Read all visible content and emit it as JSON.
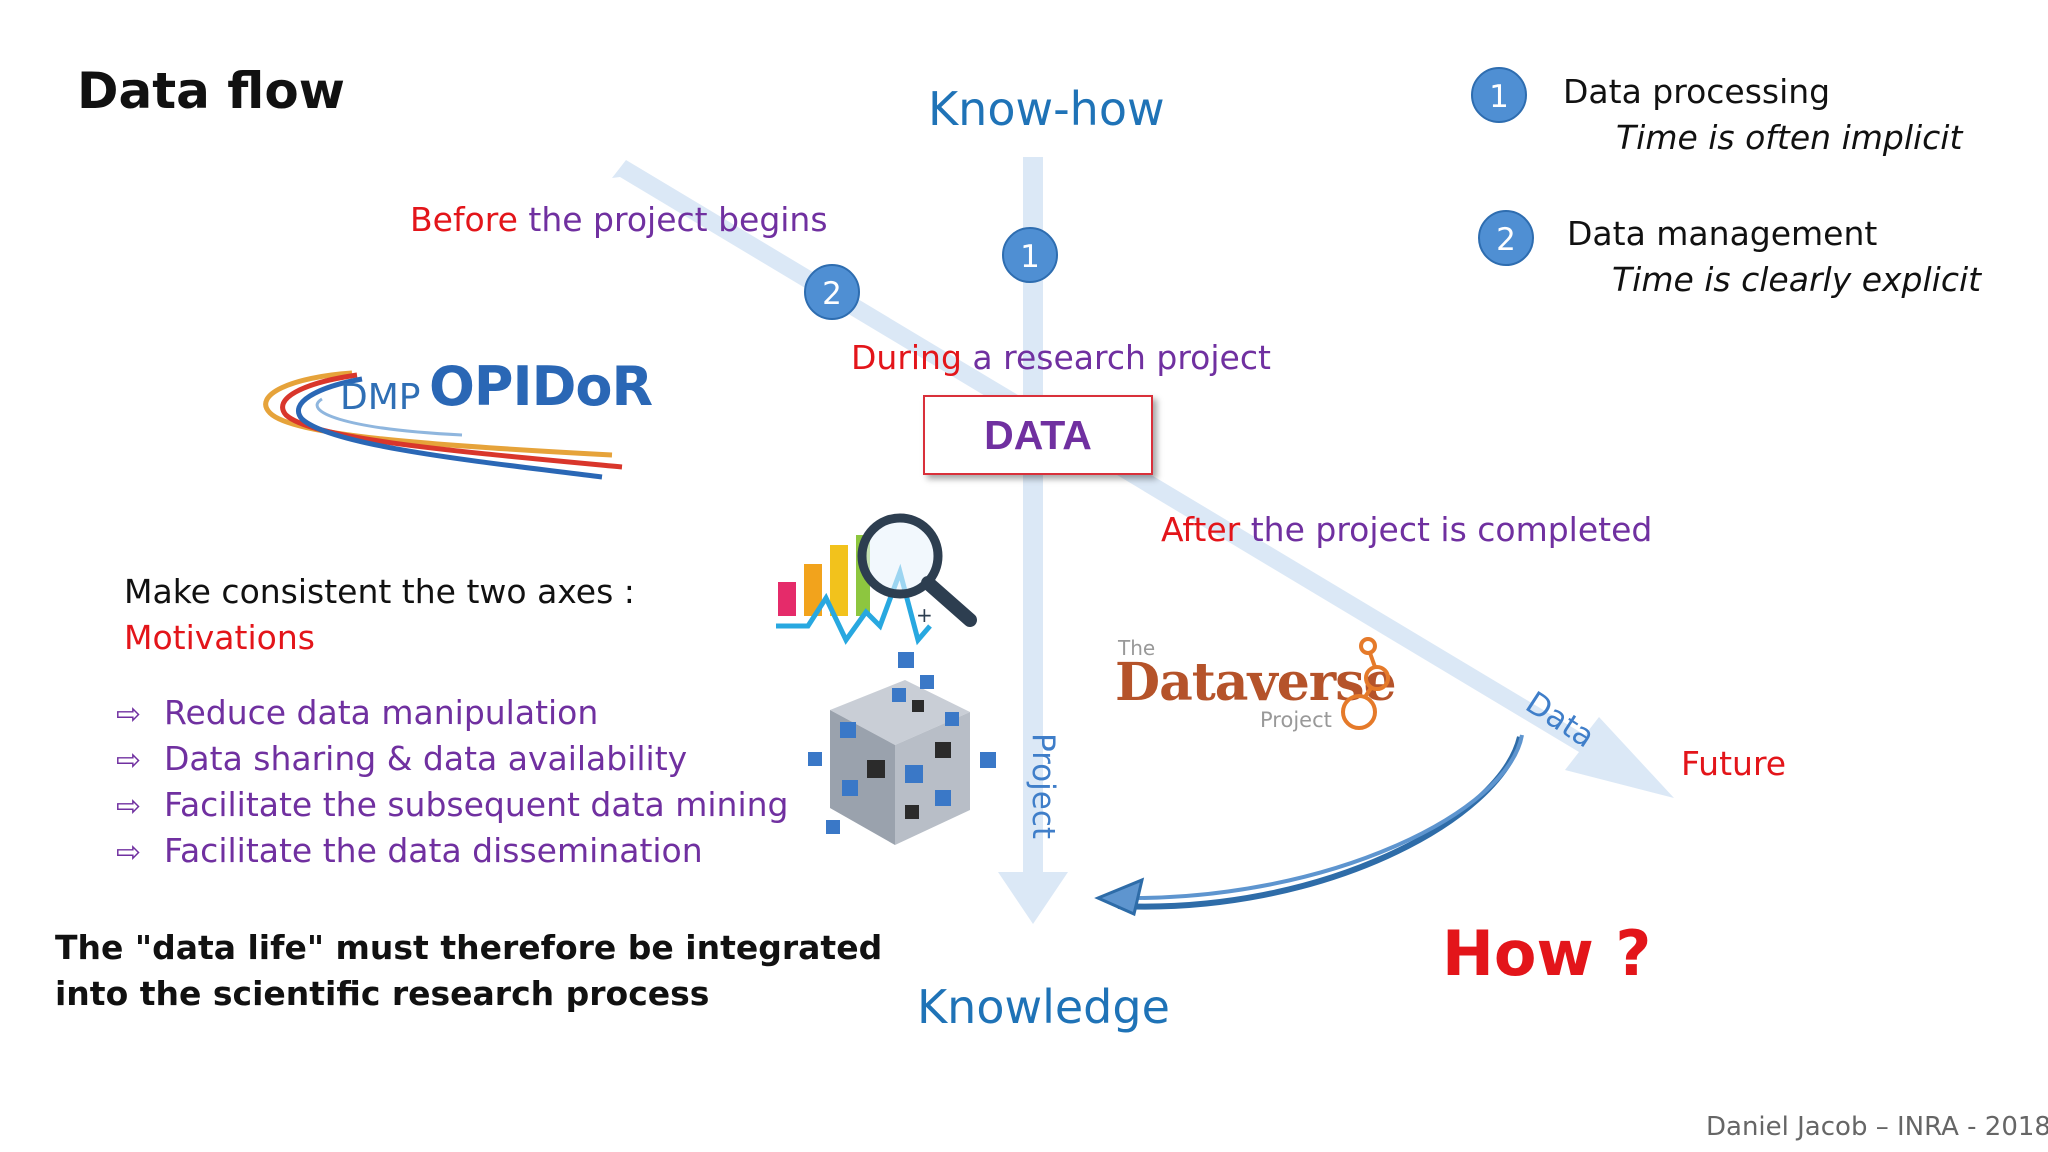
{
  "slide": {
    "title": "Data flow",
    "vertical_axis": {
      "top_label": "Know-how",
      "bottom_label": "Knowledge",
      "arrow_label": "Project"
    },
    "diagonal_axis": {
      "arrow_label": "Data",
      "end_label": "Future"
    },
    "phases": {
      "before": {
        "highlight": "Before",
        "rest": " the project begins"
      },
      "during": {
        "highlight": "During",
        "rest": " a research project"
      },
      "after": {
        "highlight": "After",
        "rest": " the project is completed"
      }
    },
    "center_box": "DATA",
    "badges": {
      "vertical": "1",
      "diagonal": "2"
    },
    "legend": [
      {
        "number": "1",
        "title": "Data processing",
        "subtitle": "Time is often implicit"
      },
      {
        "number": "2",
        "title": "Data management",
        "subtitle": "Time is clearly explicit"
      }
    ],
    "logos": {
      "dmp": {
        "prefix": "DMP",
        "name": "OPIDoR"
      },
      "dataverse": {
        "the": "The",
        "name": "Dataverse",
        "project": "Project"
      }
    },
    "motivations": {
      "intro": "Make consistent the two axes :",
      "heading": "Motivations",
      "items": [
        "Reduce data manipulation",
        "Data sharing & data availability",
        "Facilitate the subsequent data mining",
        "Facilitate the data dissemination"
      ]
    },
    "conclusion": {
      "line1": "The \"data life\" must therefore be integrated",
      "line2": "into the scientific research process"
    },
    "question": "How ?",
    "credit": "Daniel Jacob – INRA - 2018"
  },
  "colors": {
    "axis_blue": "#1f73b7",
    "arrow_fill": "#dbe8f6",
    "highlight_red": "#e3151a",
    "purple": "#7030a0",
    "badge_blue": "#4f8fd3"
  },
  "icons": [
    "analytics-chart-magnifier-icon",
    "data-cube-icon",
    "curved-feedback-arrow-icon",
    "bullet-arrow-icon"
  ]
}
